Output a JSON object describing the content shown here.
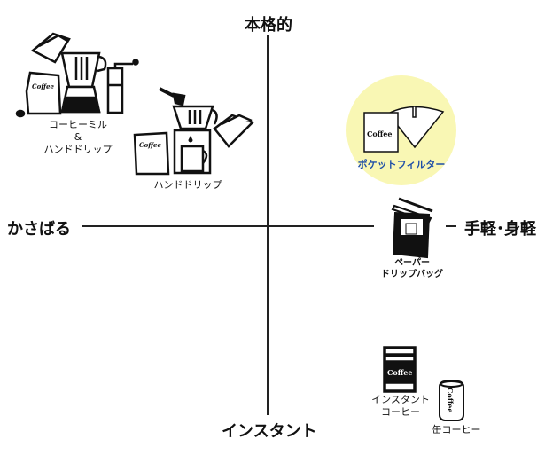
{
  "axes": {
    "top": "本格的",
    "bottom": "インスタント",
    "left": "かさばる",
    "right": "手軽･身軽"
  },
  "items": {
    "mill": {
      "line1": "コーヒーミル",
      "line2": "&",
      "line3": "ハンドドリップ"
    },
    "hand_drip": {
      "label": "ハンドドリップ"
    },
    "pocket_filter": {
      "label": "ポケットフィルター",
      "highlight_color": "#f9f7b4",
      "label_color": "#1f4fa8"
    },
    "drip_bag": {
      "line1": "ペーパー",
      "line2": "ドリップバッグ"
    },
    "instant": {
      "line1": "インスタント",
      "line2": "コーヒー"
    },
    "can": {
      "label": "缶コーヒー"
    }
  },
  "package_text": "Coffee"
}
